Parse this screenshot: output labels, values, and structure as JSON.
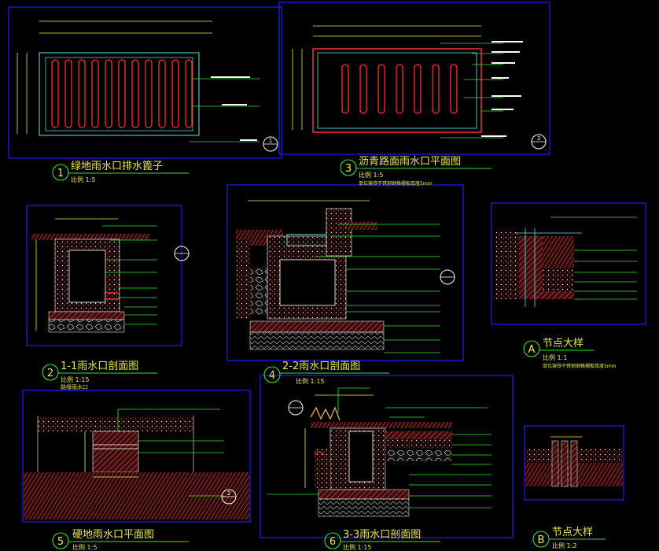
{
  "drawings": [
    {
      "number": "1",
      "title": "绿地雨水口排水篦子",
      "scale": "比例  1:5"
    },
    {
      "number": "3",
      "title": "沥青路面雨水口平面图",
      "scale": "比例  1:5",
      "note": "单位铸铁不锈钢钢格栅板厚度5mm"
    },
    {
      "number": "2",
      "title": "1-1雨水口剖面图",
      "scale": "比例  1:15",
      "note": "路缘雨水口"
    },
    {
      "number": "4",
      "title": "2-2雨水口剖面图",
      "scale": "比例  1:15"
    },
    {
      "number": "A",
      "title": "节点大样",
      "scale": "比例  1:1",
      "note": "单位铸铁不锈钢钢格栅板厚度5mm"
    },
    {
      "number": "5",
      "title": "硬地雨水口平面图",
      "scale": "比例  1:5"
    },
    {
      "number": "6",
      "title": "3-3雨水口剖面图",
      "scale": "比例  1:15"
    },
    {
      "number": "B",
      "title": "节点大样",
      "scale": "比例  1:2"
    }
  ],
  "callouts": {
    "section_marker": "1",
    "section_marker_2": "2",
    "section_marker_3": "3"
  },
  "colors": {
    "background": "#000000",
    "frame": "#1e1eff",
    "grate": "#ff2a2a",
    "text": "#ffffff",
    "leader": "#35e035",
    "dimension": "#e8e84a",
    "hatch_red": "#c04848",
    "concrete_dots": "#ffffff"
  }
}
